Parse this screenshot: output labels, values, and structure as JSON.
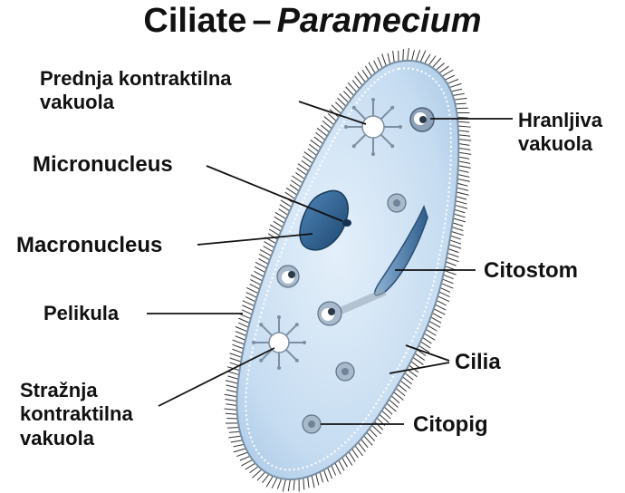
{
  "title": {
    "main": "Ciliate",
    "separator": "–",
    "italic": "Paramecium"
  },
  "labels": {
    "prednja_line1": "Prednja kontraktilna",
    "prednja_line2": "vakuola",
    "hranljiva_line1": "Hranljiva",
    "hranljiva_line2": "vakuola",
    "micronucleus": "Micronucleus",
    "macronucleus": "Macronucleus",
    "citostom": "Citostom",
    "pelikula": "Pelikula",
    "cilia": "Cilia",
    "straznja_line1": "Stražnja",
    "straznja_line2": "kontraktilna",
    "straznja_line3": "vakuola",
    "citopig": "Citopig"
  },
  "colors": {
    "cell_fill": "#cfe3f4",
    "cell_fill_dark": "#a9c8e6",
    "nucleus": "#2f5f8c",
    "cilia": "#333333",
    "pointer": "#111111"
  }
}
